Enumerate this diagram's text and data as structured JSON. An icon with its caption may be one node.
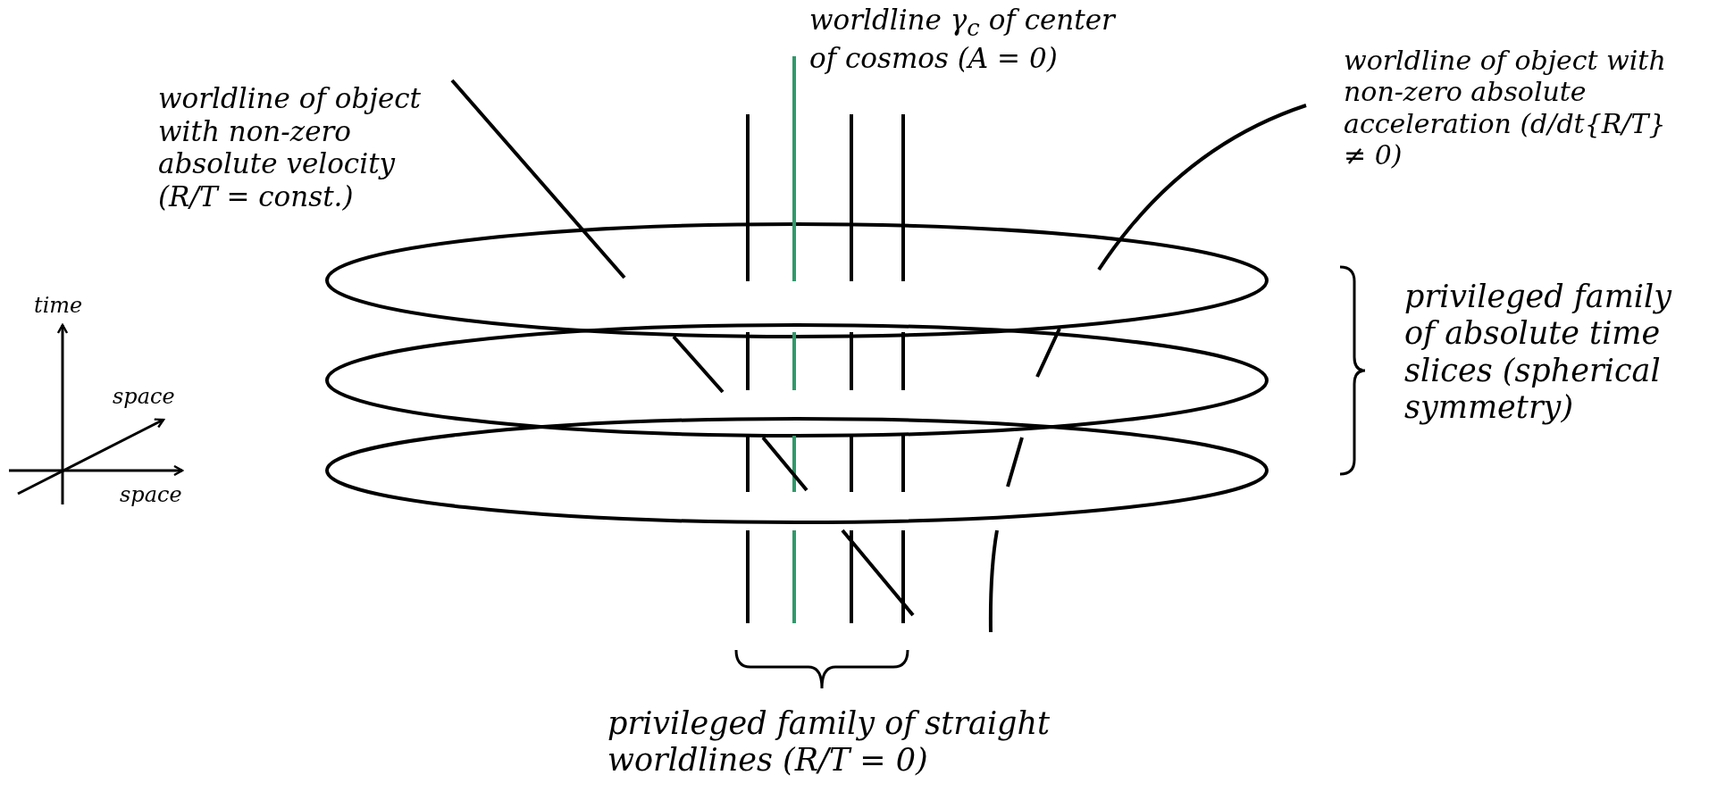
{
  "diagram": {
    "labels": [
      "worldline γ$_{c}$ of center of cosmos (A = 0)",
      "worldline of object with non-zero absolute velocity (R/T = const.)",
      "worldline of object with non-zero absolute acceleration (d/dt{R/T} ≠ 0)",
      "time",
      "space",
      "space",
      "privileged family of absolute time slices (spherical symmetry)",
      "privileged family of straight worldlines (R/T = 0)"
    ]
  }
}
